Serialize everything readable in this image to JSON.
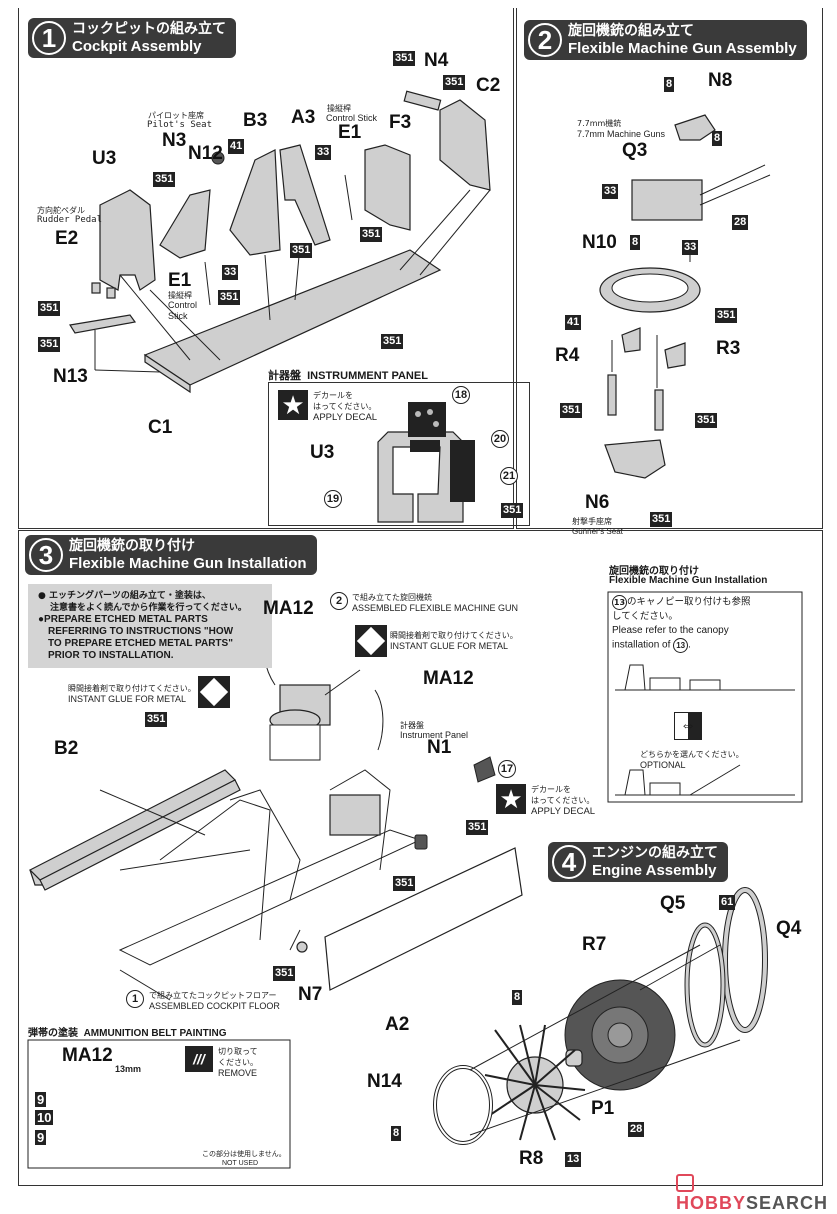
{
  "steps": [
    {
      "number": "1",
      "title_jp": "コックピットの組み立て",
      "title_en": "Cockpit Assembly"
    },
    {
      "number": "2",
      "title_jp": "旋回機銃の組み立て",
      "title_en": "Flexible Machine Gun Assembly"
    },
    {
      "number": "3",
      "title_jp": "旋回機銃の取り付け",
      "title_en": "Flexible Machine Gun Installation"
    },
    {
      "number": "4",
      "title_jp": "エンジンの組み立て",
      "title_en": "Engine Assembly"
    }
  ],
  "step1": {
    "parts": [
      "U3",
      "N3",
      "N12",
      "B3",
      "A3",
      "E1",
      "F3",
      "N4",
      "C2",
      "E2",
      "E1",
      "N13",
      "C1"
    ],
    "paint_codes": [
      "351",
      "41",
      "33",
      "351",
      "351",
      "351",
      "351",
      "33",
      "351",
      "351",
      "351",
      "351",
      "351"
    ],
    "labels": {
      "pilot_seat_jp": "パイロット座席",
      "pilot_seat_en": "Pilot's Seat",
      "control_stick_jp": "操縦桿",
      "control_stick_en": "Control Stick",
      "control_stick2_en_line1": "Control",
      "control_stick2_en_line2": "Stick",
      "rudder_pedal_jp": "方向舵ペダル",
      "rudder_pedal_en": "Rudder Pedal"
    },
    "instrument_panel": {
      "title_jp": "計器盤",
      "title_en": "INSTRUMMENT PANEL",
      "decal_jp_1": "デカールを",
      "decal_jp_2": "はってください。",
      "decal_en": "APPLY DECAL",
      "part": "U3",
      "decals": [
        "18",
        "19",
        "20",
        "21"
      ],
      "paint_code": "351"
    }
  },
  "step2": {
    "labels": {
      "mg_jp": "7.7mm機銃",
      "mg_en": "7.7mm Machine Guns",
      "gunner_seat_jp": "射撃手座席",
      "gunner_seat_en": "Gunner's Seat"
    },
    "parts": [
      "N8",
      "Q3",
      "N10",
      "R4",
      "R3",
      "N6"
    ],
    "paint_codes": [
      "8",
      "8",
      "33",
      "28",
      "8",
      "33",
      "41",
      "351",
      "351",
      "351",
      "351"
    ]
  },
  "step3": {
    "note_jp_1": "エッチングパーツの組み立て・塗装は、",
    "note_jp_2": "注意書をよく読んでから作業を行ってください。",
    "note_en_1": "PREPARE ETCHED METAL PARTS",
    "note_en_2": "REFERRING TO INSTRUCTIONS \"HOW",
    "note_en_3": "TO PREPARE ETCHED METAL PARTS\"",
    "note_en_4": "PRIOR TO INSTALLATION.",
    "assembled_gun_jp": "で組み立てた旋回機銃",
    "assembled_gun_en": "ASSEMBLED FLEXIBLE MACHINE GUN",
    "assembled_gun_ref": "2",
    "glue_jp": "瞬間接着剤で取り付けてください。",
    "glue_en": "INSTANT GLUE FOR METAL",
    "instrument_jp": "計器盤",
    "instrument_en": "Instrument Panel",
    "decal_jp_1": "デカールを",
    "decal_jp_2": "はってください。",
    "decal_en": "APPLY DECAL",
    "decal_num": "17",
    "assembled_floor_jp": "で組み立てたコックピットフロアー",
    "assembled_floor_en": "ASSEMBLED COCKPIT FLOOR",
    "assembled_floor_ref": "1",
    "parts": {
      "ma12a": "MA12",
      "ma12b": "MA12",
      "b2": "B2",
      "n1": "N1",
      "n7": "N7",
      "a2": "A2"
    },
    "codes": {
      "c1": "351",
      "c2": "351",
      "c3": "351",
      "c4": "351"
    }
  },
  "side_note": {
    "title_jp": "旋回機銃の取り付け",
    "title_en": "Flexible Machine Gun Installation",
    "ref": "13",
    "text_jp_1": "のキャノピー取り付けも参照",
    "text_jp_2": "してください。",
    "text_en_1": "Please refer to the canopy",
    "text_en_2": "installation of",
    "optional_jp": "どちらかを選んでください。",
    "optional_en": "OPTIONAL"
  },
  "ammo": {
    "title_jp": "弾帯の塗装",
    "title_en": "AMMUNITION BELT PAINTING",
    "part": "MA12",
    "length": "13mm",
    "remove_jp_1": "切り取って",
    "remove_jp_2": "ください。",
    "remove_en": "REMOVE",
    "codes": [
      "9",
      "10",
      "9"
    ],
    "not_used_jp": "この部分は使用しません。",
    "not_used_en": "NOT USED"
  },
  "step4": {
    "parts": {
      "q5": "Q5",
      "q4": "Q4",
      "r7": "R7",
      "n14": "N14",
      "p1": "P1",
      "r8": "R8"
    },
    "codes": {
      "c61": "61",
      "c8a": "8",
      "c8b": "8",
      "c28": "28",
      "c13": "13"
    }
  },
  "watermark": {
    "brand_a": "HOBBY",
    "brand_b": "SEARCH",
    "accent": "#e0485a"
  }
}
